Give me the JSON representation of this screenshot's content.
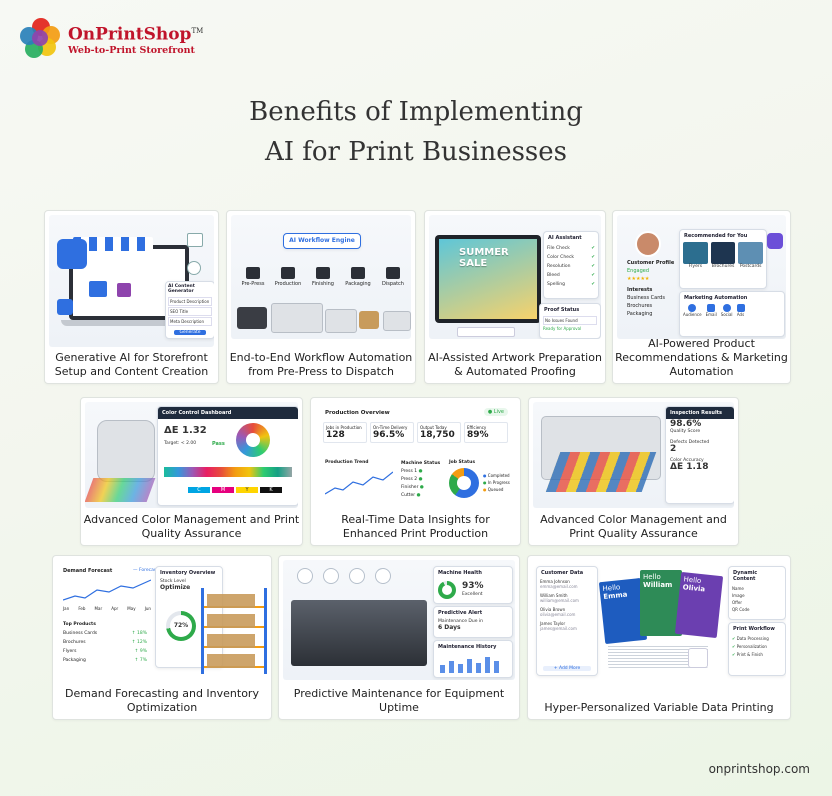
{
  "brand": {
    "name": "OnPrintShop",
    "tm": "TM",
    "tagline": "Web-to-Print Storefront"
  },
  "title_line1": "Benefits of Implementing",
  "title_line2": "AI for Print Businesses",
  "cards": [
    {
      "caption": "Generative AI for Storefront Setup and Content Creation",
      "panel_title": "AI Content Generator",
      "fields": [
        "Product Description",
        "SEO Title",
        "Meta Description"
      ],
      "button": "Generate"
    },
    {
      "caption": "End-to-End Workflow Automation from Pre-Press to Dispatch",
      "engine": "AI Workflow Engine",
      "steps": [
        "Pre-Press",
        "Production",
        "Finishing",
        "Packaging",
        "Dispatch"
      ]
    },
    {
      "caption": "AI-Assisted Artwork Preparation & Automated Proofing",
      "screen_text1": "SUMMER",
      "screen_text2": "SALE",
      "assistant": "AI Assistant",
      "checks": [
        "File Check",
        "Color Check",
        "Resolution",
        "Bleed",
        "Spelling"
      ],
      "proof_title": "Proof Status",
      "proof_ok": "No Issues Found",
      "proof_ready": "Ready for Approval"
    },
    {
      "caption": "AI-Powered Product Recommendations & Marketing Automation",
      "profile": "Customer Profile",
      "engaged": "Engaged",
      "stars": "★★★★★",
      "interests_label": "Interests",
      "interests": [
        "Business Cards",
        "Brochures",
        "Packaging"
      ],
      "rec_title": "Recommended for You",
      "recs": [
        "Flyers",
        "Brochures",
        "Postcards"
      ],
      "ma_title": "Marketing Automation",
      "ma_items": [
        "Audience",
        "Email",
        "Social",
        "Ads"
      ]
    },
    {
      "caption": "Advanced Color Management and Print Quality Assurance",
      "dash_title": "Color Control Dashboard",
      "delta": "ΔE 1.32",
      "target": "Target: < 2.00",
      "pass": "Pass",
      "cmyk": [
        "C",
        "M",
        "Y",
        "K"
      ]
    },
    {
      "caption": "Real-Time Data Insights for Enhanced Print Production",
      "ov_title": "Production Overview",
      "live": "Live",
      "kpis": [
        {
          "label": "Jobs in Production",
          "value": "128"
        },
        {
          "label": "On-Time Delivery",
          "value": "96.5%"
        },
        {
          "label": "Output Today",
          "value": "18,750"
        },
        {
          "label": "Efficiency",
          "value": "89%"
        }
      ],
      "trend": "Production Trend",
      "machine_status": "Machine Status",
      "machines": [
        "Press 1",
        "Press 2",
        "Finisher",
        "Cutter"
      ],
      "job_status": "Job Status",
      "job_legend": [
        "Completed",
        "In Progress",
        "Queued"
      ]
    },
    {
      "caption": "Advanced Color Management and Print Quality Assurance",
      "ins_title": "Inspection Results",
      "score": "98.6%",
      "score_label": "Quality Score",
      "defects_label": "Defects Detected",
      "defects": "2",
      "acc_label": "Color Accuracy",
      "acc": "ΔE 1.18"
    },
    {
      "caption": "Demand Forecasting and Inventory Optimization",
      "df_title": "Demand Forecast",
      "forecast": "Forecast",
      "months": [
        "Jan",
        "Feb",
        "Mar",
        "Apr",
        "May",
        "Jun"
      ],
      "top_title": "Top Products",
      "top": [
        {
          "name": "Business Cards",
          "pct": "18%"
        },
        {
          "name": "Brochures",
          "pct": "12%"
        },
        {
          "name": "Flyers",
          "pct": "9%"
        },
        {
          "name": "Packaging",
          "pct": "7%"
        }
      ],
      "inv_title": "Inventory Overview",
      "stock": "Stock Level",
      "optimize": "Optimize",
      "inv_pct": "72%"
    },
    {
      "caption": "Predictive Maintenance for Equipment Uptime",
      "mh_title": "Machine Health",
      "mh_value": "93%",
      "mh_status": "Excellent",
      "alert_title": "Predictive Alert",
      "alert_text": "Maintenance Due in",
      "alert_days": "6 Days",
      "history": "Maintenance History"
    },
    {
      "caption": "Hyper-Personalized Variable Data Printing",
      "cd_title": "Customer Data",
      "customers": [
        {
          "name": "Emma Johnson",
          "email": "emma@email.com"
        },
        {
          "name": "William Smith",
          "email": "william@email.com"
        },
        {
          "name": "Olivia Brown",
          "email": "olivia@email.com"
        },
        {
          "name": "James Taylor",
          "email": "james@email.com"
        }
      ],
      "add_more": "+ Add More",
      "hello1": "Hello",
      "name1": "Emma",
      "hello2": "Hello",
      "name2": "William",
      "hello3": "Hello",
      "name3": "Olivia",
      "dc_title": "Dynamic Content",
      "dc_items": [
        "Name",
        "Image",
        "Offer",
        "QR Code"
      ],
      "pw_title": "Print Workflow",
      "pw_items": [
        "Data Processing",
        "Personalization",
        "Print & Finish"
      ]
    }
  ],
  "footer": "onprintshop.com",
  "colors": {
    "accent": "#2f6fe0",
    "brand_red": "#c0142b",
    "green": "#2eaa4a"
  }
}
